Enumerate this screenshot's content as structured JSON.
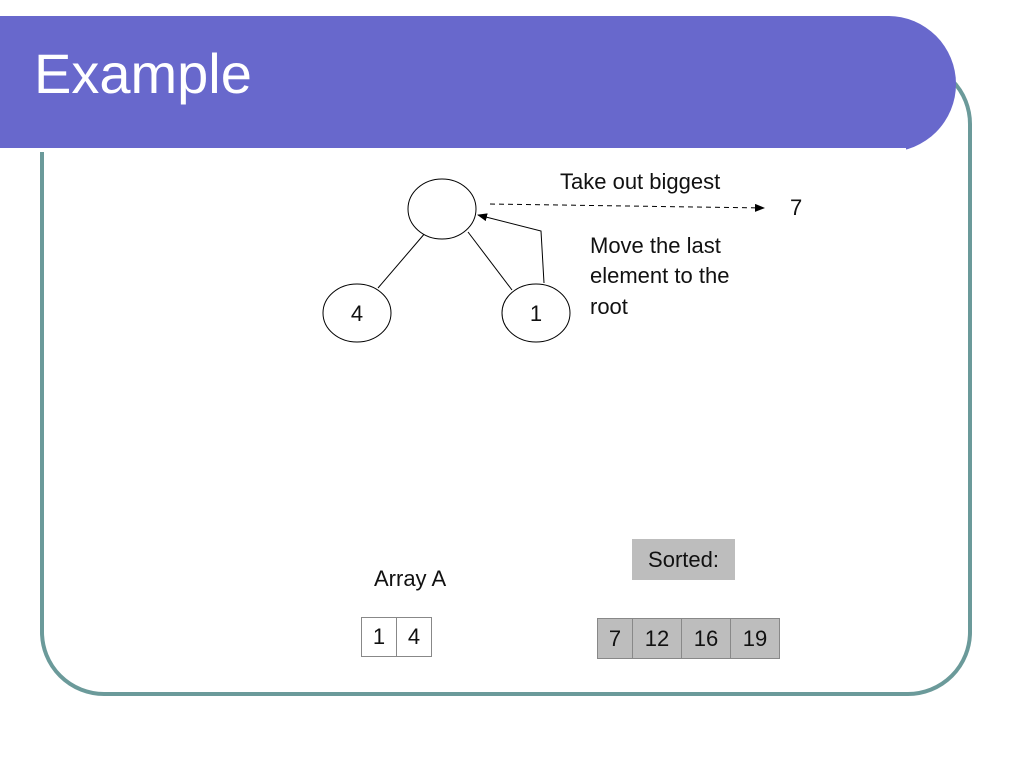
{
  "slide": {
    "title": "Example"
  },
  "tree": {
    "root": {
      "value": ""
    },
    "left_child": {
      "value": "4"
    },
    "right_child": {
      "value": "1"
    }
  },
  "annotations": {
    "take_out": "Take out biggest",
    "extracted_value": "7",
    "move_line1": "Move the last",
    "move_line2": "element to the",
    "move_line3": "root"
  },
  "array": {
    "label": "Array A",
    "values": [
      "1",
      "4"
    ]
  },
  "sorted": {
    "label": "Sorted:",
    "values": [
      "7",
      "12",
      "16",
      "19"
    ]
  },
  "colors": {
    "title_bar": "#6868cc",
    "frame_border": "#6b9a9a",
    "sorted_fill": "#bdbdbd"
  }
}
